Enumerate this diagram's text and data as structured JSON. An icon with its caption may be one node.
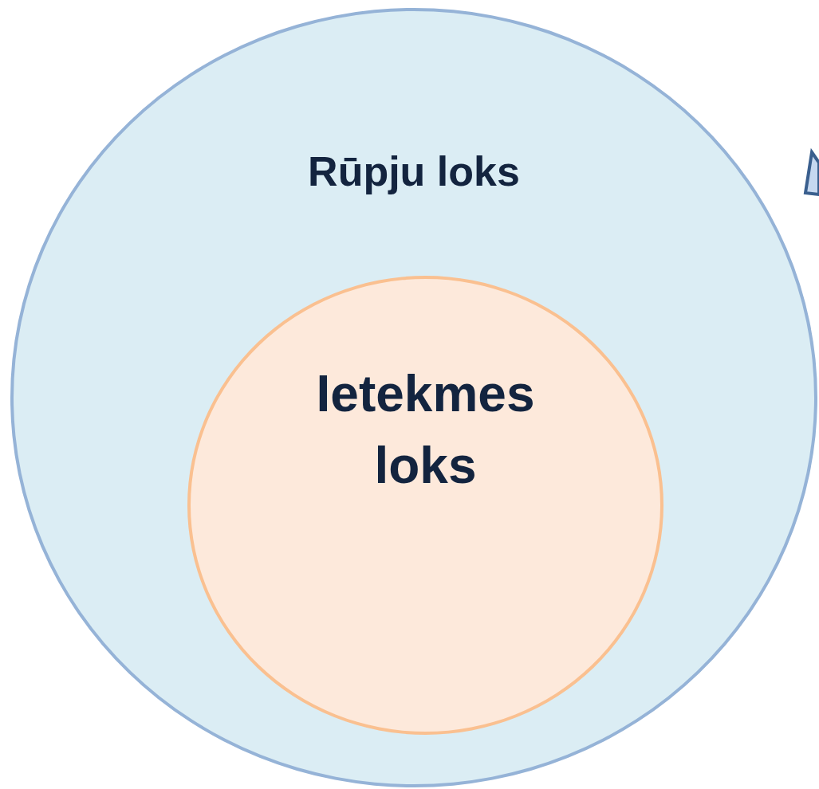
{
  "diagram": {
    "nodes": [
      {
        "text": [
          "Rūpju loks"
        ]
      },
      {
        "text": [
          "Ietekmes loks"
        ],
        "in": 0
      }
    ]
  }
}
